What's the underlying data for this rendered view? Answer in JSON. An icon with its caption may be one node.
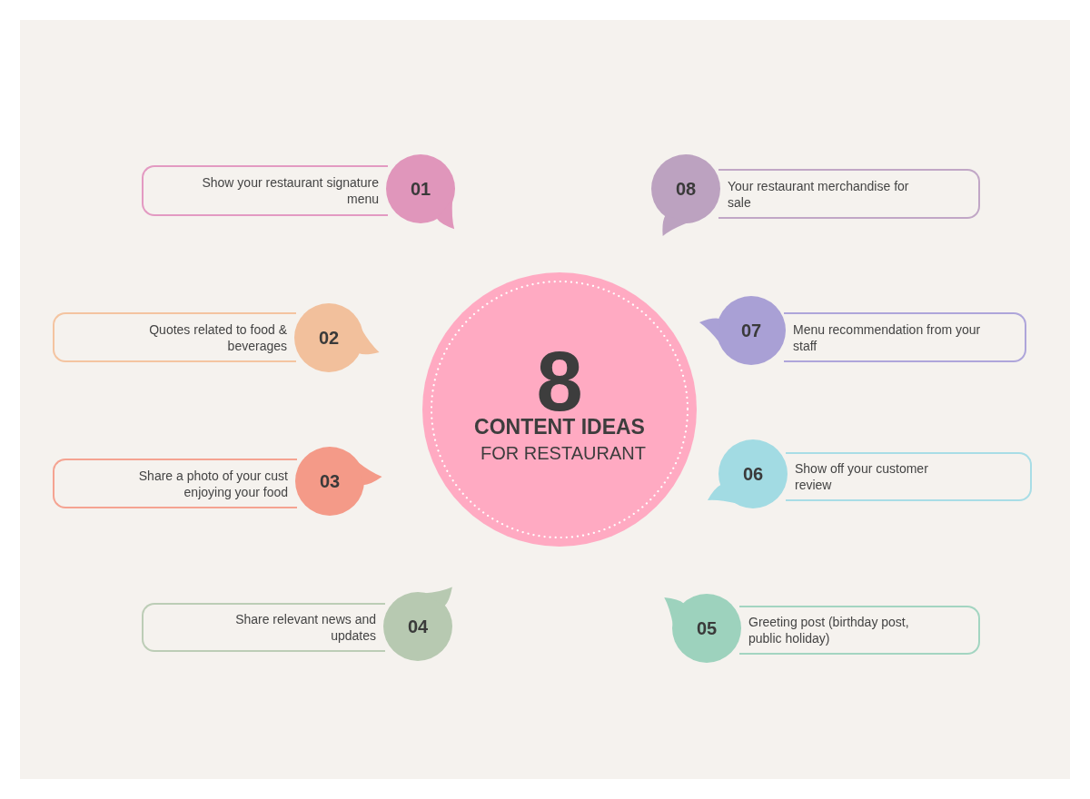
{
  "diagram": {
    "nodes": [
      {
        "text": [
          "8",
          "CONTENT IDEAS",
          "FOR RESTAURANT"
        ]
      },
      {
        "text": [
          "Show your restaurant signature menu"
        ]
      },
      {
        "text": [
          "01"
        ]
      },
      {
        "text": [
          "Quotes related to food & beverages"
        ]
      },
      {
        "text": [
          "02"
        ]
      },
      {
        "text": [
          "Share a photo of your cust enjoying your food"
        ]
      },
      {
        "text": [
          "03"
        ]
      },
      {
        "text": [
          "Share relevant news and updates"
        ]
      },
      {
        "text": [
          "04"
        ]
      },
      {
        "text": [
          "Greeting post (birthday post, public holiday)"
        ]
      },
      {
        "text": [
          "05"
        ]
      },
      {
        "text": [
          "Show off your customer review"
        ]
      },
      {
        "text": [
          "06"
        ]
      },
      {
        "text": [
          "Menu recommendation from your staff"
        ]
      },
      {
        "text": [
          "07"
        ]
      },
      {
        "text": [
          "Your restaurant merchandise for sale"
        ]
      },
      {
        "text": [
          "08"
        ]
      }
    ]
  }
}
